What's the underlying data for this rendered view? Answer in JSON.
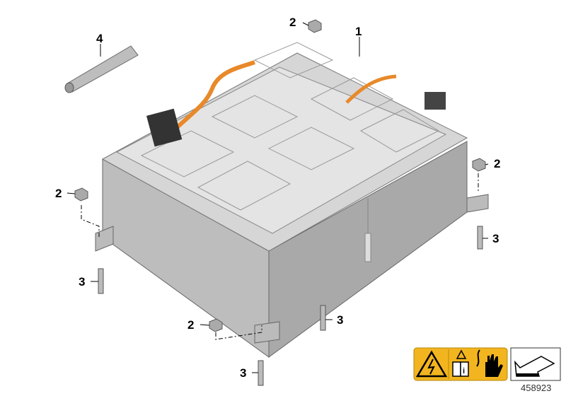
{
  "diagram": {
    "callouts": [
      {
        "id": "callout-4-pin",
        "text": "4"
      },
      {
        "id": "callout-2-top-nut",
        "text": "2"
      },
      {
        "id": "callout-1-battery",
        "text": "1"
      },
      {
        "id": "callout-2-right-nut",
        "text": "2"
      },
      {
        "id": "callout-2-left-nut",
        "text": "2"
      },
      {
        "id": "callout-3-right-stud",
        "text": "3"
      },
      {
        "id": "callout-3-left-stud",
        "text": "3"
      },
      {
        "id": "callout-3-front-stud",
        "text": "3"
      },
      {
        "id": "callout-2-front-nut",
        "text": "2"
      },
      {
        "id": "callout-3-bottom-stud",
        "text": "3"
      }
    ],
    "diagram_number": "458923",
    "icons": [
      "high-voltage-warning-icon",
      "read-manual-icon",
      "electric-shock-hand-icon",
      "arrow-reference-icon"
    ],
    "colors": {
      "warning_yellow": "#f2b51f",
      "cable_orange": "#e8892a",
      "housing_gray": "#c9c9c9"
    }
  }
}
